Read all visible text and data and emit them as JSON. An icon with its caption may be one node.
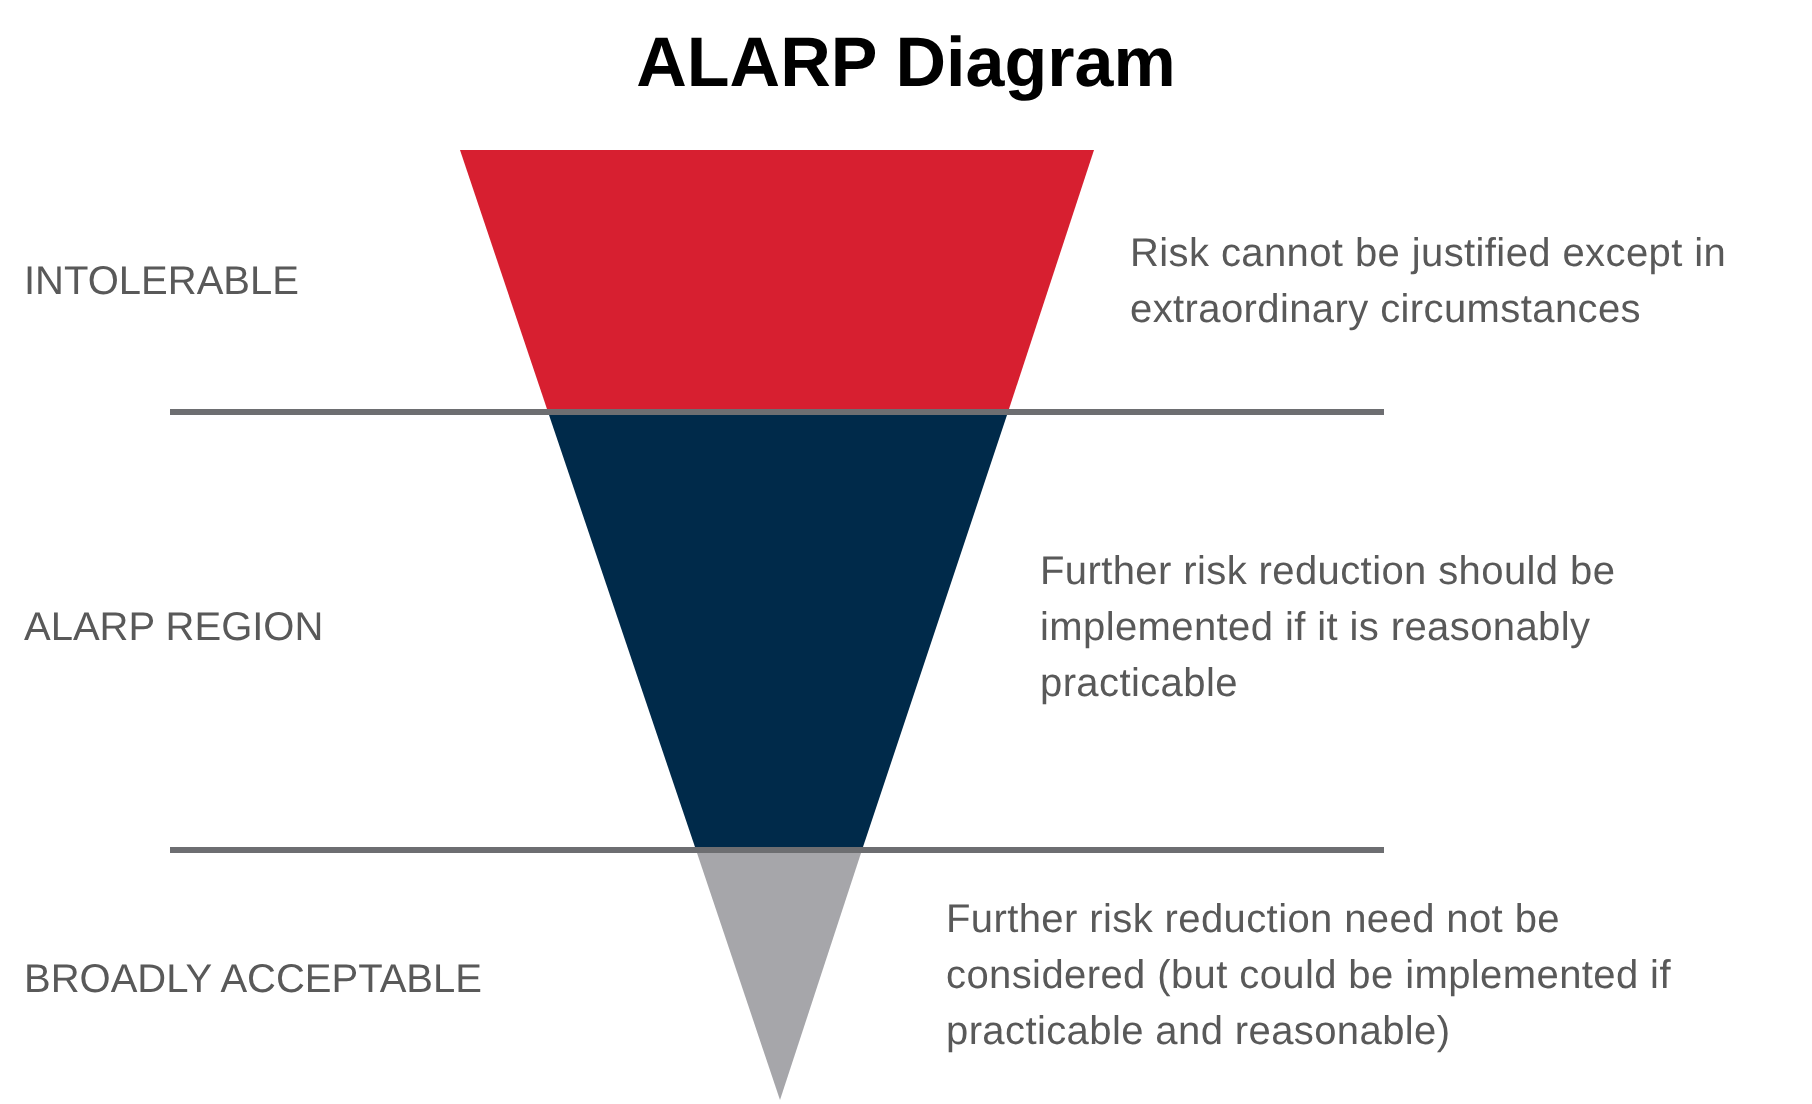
{
  "diagram": {
    "title": "ALARP Diagram",
    "nodes": [
      {
        "text": [],
        "shape": "trapezoid",
        "beside": [
          "Risk cannot be justified except in extraordinary circumstances"
        ]
      },
      {
        "text": [],
        "shape": "trapezoid",
        "beside": [
          "Further risk reduction should be implemented if it is reasonably practicable"
        ]
      },
      {
        "text": [],
        "shape": "triangle",
        "beside": [
          "Further risk reduction need not be considered (but could be implemented if practicable and reasonable)"
        ]
      }
    ],
    "edges": [],
    "labels": [
      "INTOLERABLE",
      "ALARP REGION",
      "BROADLY ACCEPTABLE"
    ]
  }
}
